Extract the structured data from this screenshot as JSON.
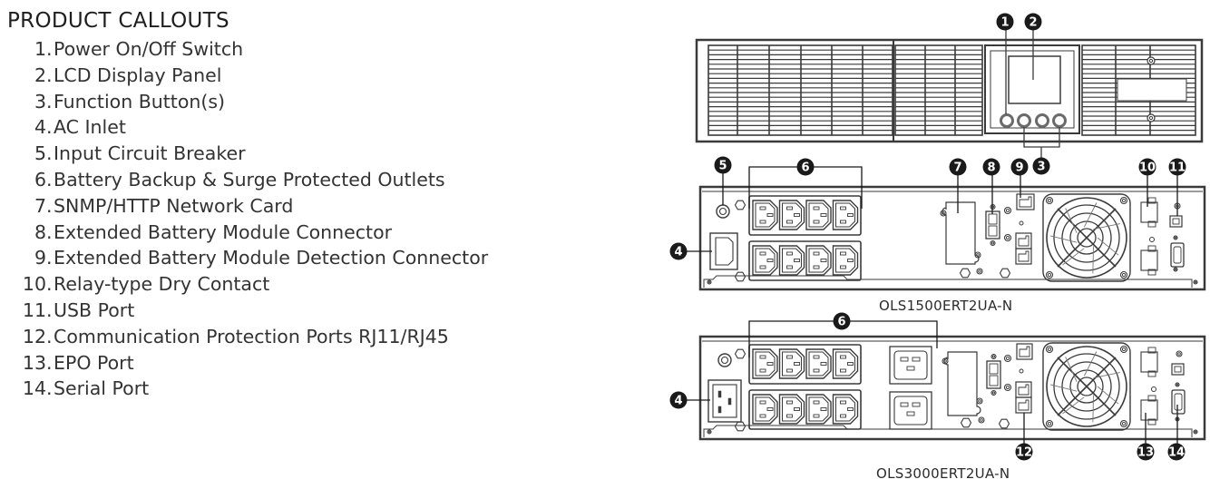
{
  "callouts": {
    "title": "PRODUCT CALLOUTS",
    "items": [
      {
        "num": "1",
        "label": "Power On/Off Switch"
      },
      {
        "num": "2",
        "label": "LCD Display Panel"
      },
      {
        "num": "3",
        "label": "Function Button(s)"
      },
      {
        "num": "4",
        "label": "AC Inlet"
      },
      {
        "num": "5",
        "label": "Input Circuit Breaker"
      },
      {
        "num": "6",
        "label": "Battery Backup & Surge Protected Outlets"
      },
      {
        "num": "7",
        "label": "SNMP/HTTP Network Card"
      },
      {
        "num": "8",
        "label": "Extended Battery Module Connector"
      },
      {
        "num": "9",
        "label": "Extended Battery Module Detection Connector"
      },
      {
        "num": "10",
        "label": "Relay-type Dry Contact"
      },
      {
        "num": "11",
        "label": "USB Port"
      },
      {
        "num": "12",
        "label": "Communication Protection Ports RJ11/RJ45"
      },
      {
        "num": "13",
        "label": "EPO Port"
      },
      {
        "num": "14",
        "label": "Serial Port"
      }
    ]
  },
  "diagrams": {
    "front_panel": {
      "markers": [
        "1",
        "2",
        "3"
      ]
    },
    "rear_panel_1500": {
      "model": "OLS1500ERT2UA-N",
      "markers": [
        "4",
        "5",
        "6",
        "7",
        "8",
        "9",
        "10",
        "11"
      ]
    },
    "rear_panel_3000": {
      "model": "OLS3000ERT2UA-N",
      "markers": [
        "4",
        "6",
        "12",
        "13",
        "14"
      ]
    }
  },
  "colors": {
    "line": "#3a3a3a",
    "badge": "#1a1a1a",
    "grille_light": "#b5b5b5"
  }
}
